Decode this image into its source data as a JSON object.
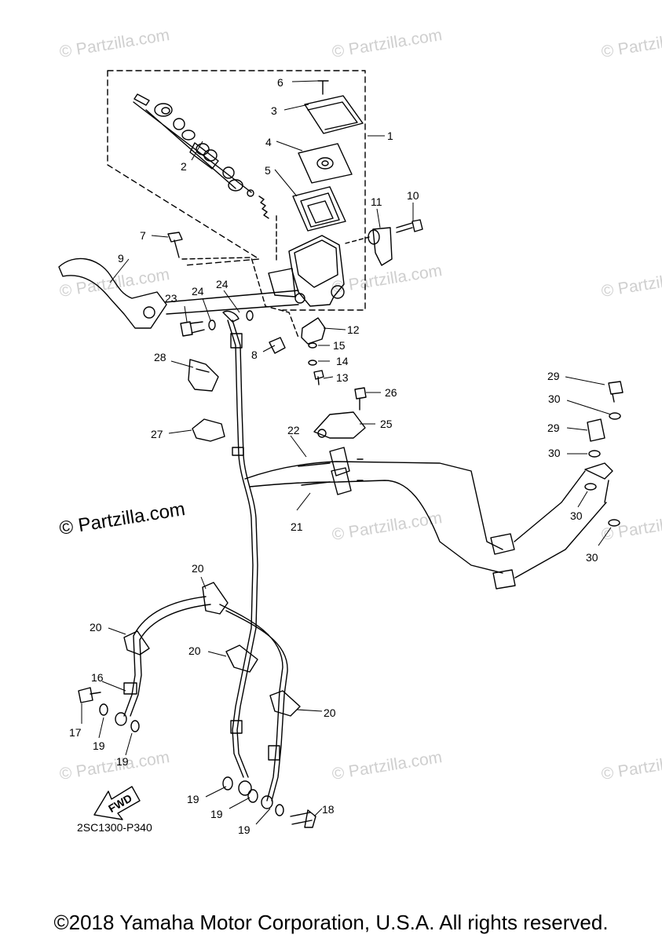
{
  "watermark_text": "© Partzilla.com",
  "brand_text": "© Partzilla.com",
  "diagram_code": "2SC1300-P340",
  "copyright": "©2018 Yamaha Motor Corporation, U.S.A. All rights reserved.",
  "fwd_label": "FWD",
  "callouts": {
    "c1": "1",
    "c2": "2",
    "c3": "3",
    "c4": "4",
    "c5": "5",
    "c6": "6",
    "c7": "7",
    "c8": "8",
    "c9": "9",
    "c10": "10",
    "c11": "11",
    "c12": "12",
    "c13": "13",
    "c14": "14",
    "c15": "15",
    "c16": "16",
    "c17": "17",
    "c18": "18",
    "c19a": "19",
    "c19b": "19",
    "c19c": "19",
    "c19d": "19",
    "c19e": "19",
    "c20a": "20",
    "c20b": "20",
    "c20c": "20",
    "c20d": "20",
    "c21": "21",
    "c22": "22",
    "c23": "23",
    "c24a": "24",
    "c24b": "24",
    "c25": "25",
    "c26": "26",
    "c27": "27",
    "c28": "28",
    "c29a": "29",
    "c29b": "29",
    "c30a": "30",
    "c30b": "30",
    "c30c": "30",
    "c30d": "30"
  }
}
